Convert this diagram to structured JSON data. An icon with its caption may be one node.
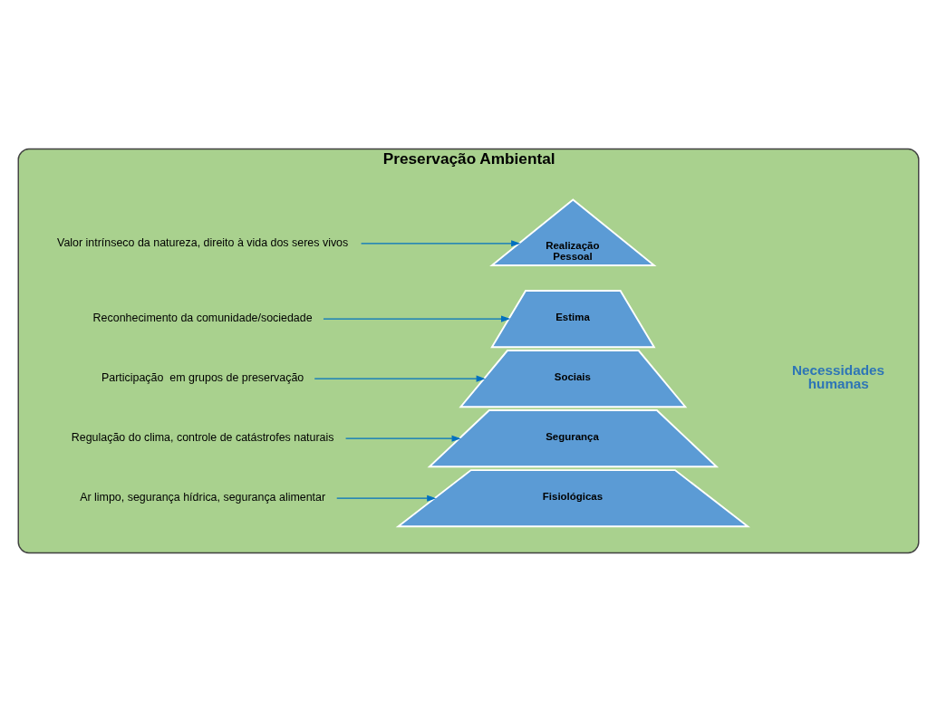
{
  "diagram": {
    "nodes": [
      {
        "text": [
          "Preservação Ambiental"
        ]
      },
      {
        "text": [
          "Realização Pessoal"
        ],
        "in": 0
      },
      {
        "text": [
          "Estima"
        ],
        "in": 0
      },
      {
        "text": [
          "Sociais"
        ],
        "in": 0
      },
      {
        "text": [
          "Segurança"
        ],
        "in": 0
      },
      {
        "text": [
          "Fisiológicas"
        ],
        "in": 0
      },
      {
        "text": [
          "Valor intrínseco da natureza, direito à vida dos seres vivos"
        ],
        "in": 0
      },
      {
        "text": [
          "Reconhecimento da comunidade/sociedade"
        ],
        "in": 0
      },
      {
        "text": [
          "Participação  em grupos de preservação"
        ],
        "in": 0
      },
      {
        "text": [
          "Regulação do clima, controle de catástrofes naturais"
        ],
        "in": 0
      },
      {
        "text": [
          "Ar limpo, segurança hídrica, segurança alimentar"
        ],
        "in": 0
      }
    ],
    "edges": [
      {
        "from": 6,
        "to": 1,
        "arrow": "to"
      },
      {
        "from": 7,
        "to": 2,
        "arrow": "to"
      },
      {
        "from": 8,
        "to": 3,
        "arrow": "to"
      },
      {
        "from": 9,
        "to": 4,
        "arrow": "to"
      },
      {
        "from": 10,
        "to": 5,
        "arrow": "to"
      }
    ],
    "labels": [
      "Necessidades humanas"
    ]
  }
}
